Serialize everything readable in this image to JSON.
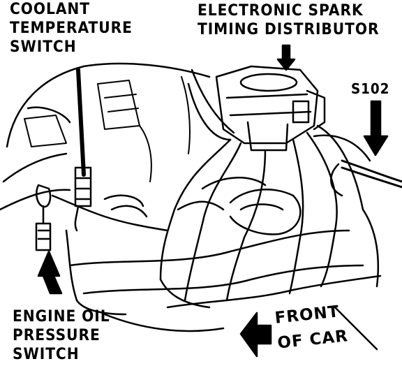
{
  "labels": {
    "coolant": "COOLANT\nTEMPERATURE\nSWITCH",
    "spark": "ELECTRONIC SPARK\nTIMING DISTRIBUTOR",
    "s102": "S102",
    "oil": "ENGINE OIL\nPRESSURE\nSWITCH",
    "front": "FRONT\nOF CAR"
  },
  "colors": {
    "ink": "#000000",
    "paper": "#ffffff"
  }
}
